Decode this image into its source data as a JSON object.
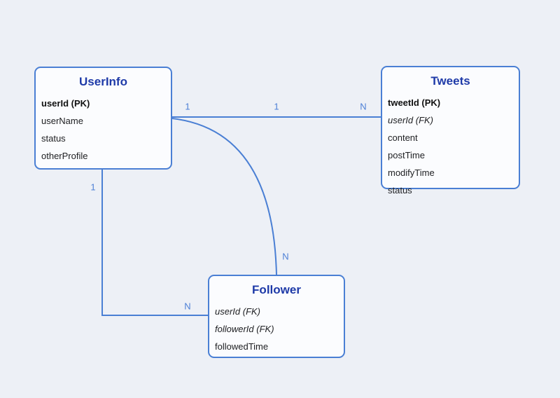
{
  "diagram": {
    "type": "entity-relationship",
    "colors": {
      "background": "#edf0f6",
      "entity_fill": "#fbfcfe",
      "accent_blue": "#4a7fd4",
      "title_navy": "#1e3aa8",
      "field_text": "#202124"
    },
    "entities": [
      {
        "name": "UserInfo",
        "fields": [
          {
            "text": "userId (PK)",
            "style": "bold"
          },
          {
            "text": "userName",
            "style": "normal"
          },
          {
            "text": "status",
            "style": "normal"
          },
          {
            "text": "otherProfile",
            "style": "normal"
          }
        ]
      },
      {
        "name": "Tweets",
        "fields": [
          {
            "text": "tweetId (PK)",
            "style": "bold"
          },
          {
            "text": "userId (FK)",
            "style": "italic"
          },
          {
            "text": "content",
            "style": "normal"
          },
          {
            "text": "postTime",
            "style": "normal"
          },
          {
            "text": "modifyTime",
            "style": "normal"
          },
          {
            "text": "status",
            "style": "normal"
          }
        ]
      },
      {
        "name": "Follower",
        "fields": [
          {
            "text": "userId (FK)",
            "style": "italic"
          },
          {
            "text": "followerId (FK)",
            "style": "italic"
          },
          {
            "text": "followedTime",
            "style": "normal"
          }
        ]
      }
    ],
    "relationships": [
      {
        "from": "UserInfo",
        "to": "Tweets",
        "shape": "straight",
        "labels": [
          "1",
          "1",
          "N"
        ]
      },
      {
        "from": "UserInfo",
        "to": "Follower",
        "shape": "curve",
        "labels": [
          "N"
        ]
      },
      {
        "from": "UserInfo",
        "to": "Follower",
        "shape": "elbow",
        "labels": [
          "1",
          "N"
        ]
      }
    ]
  }
}
